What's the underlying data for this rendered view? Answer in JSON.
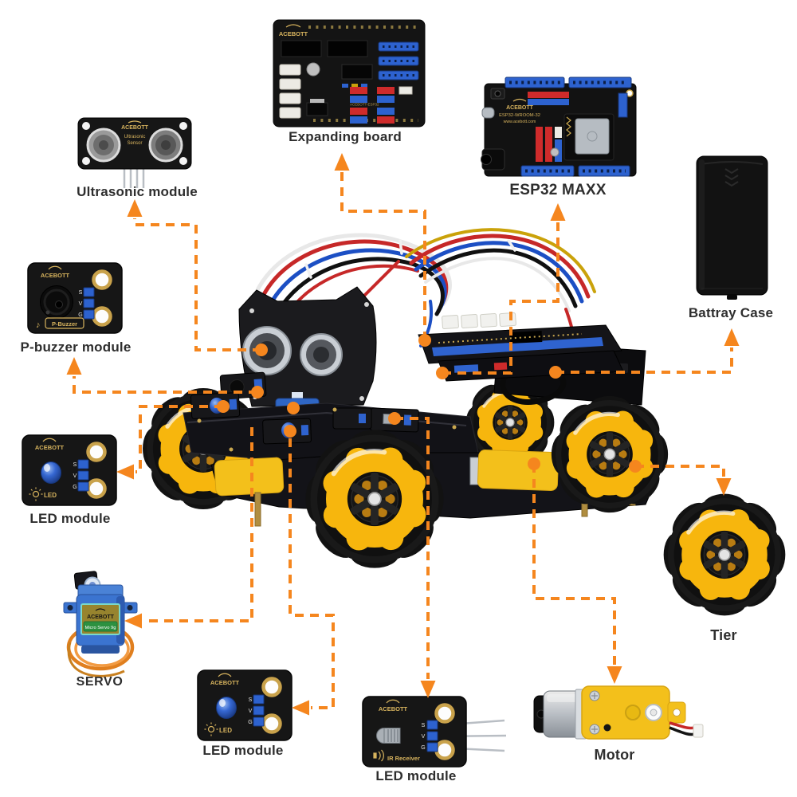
{
  "diagram": {
    "background": "#ffffff",
    "accent": "#f5861e",
    "label_color": "#2e2e2e"
  },
  "components": [
    {
      "id": "ultrasonic-module",
      "label": "Ultrasonic module",
      "board": {
        "brand": "ACEBOTT",
        "name_lines": [
          "Ultrasonic",
          "Sensor"
        ]
      }
    },
    {
      "id": "expanding-board",
      "label": "Expanding board",
      "board": {
        "brand": "ACEBOTT",
        "code": "ACEBOTT-ESP32"
      }
    },
    {
      "id": "esp32-maxx",
      "label": "ESP32 MAXX",
      "board": {
        "brand": "ACEBOTT",
        "chip": "ESP32-WROOM-32",
        "url": "www.acebott.com"
      }
    },
    {
      "id": "battery-case",
      "label": "Battray Case"
    },
    {
      "id": "p-buzzer-module",
      "label": "P-buzzer module",
      "board": {
        "brand": "ACEBOTT",
        "name": "P-Buzzer",
        "icon": "music-note-icon",
        "pins": [
          "S",
          "V",
          "G"
        ]
      }
    },
    {
      "id": "led-module-left",
      "label": "LED module",
      "board": {
        "brand": "ACEBOTT",
        "name": "LED",
        "icon": "lamp-icon",
        "pins": [
          "S",
          "V",
          "G"
        ]
      }
    },
    {
      "id": "servo",
      "label": "SERVO",
      "board": {
        "brand": "ACEBOTT",
        "name": "Micro Servo 9g"
      }
    },
    {
      "id": "led-module-bottom",
      "label": "LED module",
      "board": {
        "brand": "ACEBOTT",
        "name": "LED",
        "icon": "lamp-icon",
        "pins": [
          "S",
          "V",
          "G"
        ]
      }
    },
    {
      "id": "ir-receiver-module",
      "label": "LED module",
      "board": {
        "brand": "ACEBOTT",
        "name": "IR Receiver",
        "icon": "sound-wave-icon",
        "pins": [
          "S",
          "V",
          "G"
        ]
      }
    },
    {
      "id": "motor",
      "label": "Motor"
    },
    {
      "id": "tier-wheel",
      "label": "Tier"
    }
  ],
  "connections": [
    {
      "from": "robot-car",
      "to": "ultrasonic-module",
      "arrow": "up"
    },
    {
      "from": "robot-car",
      "to": "expanding-board",
      "arrow": "up"
    },
    {
      "from": "robot-car",
      "to": "esp32-maxx",
      "arrow": "up"
    },
    {
      "from": "robot-car",
      "to": "battery-case",
      "arrow": "up"
    },
    {
      "from": "robot-car",
      "to": "p-buzzer-module",
      "arrow": "up"
    },
    {
      "from": "robot-car",
      "to": "led-module-left",
      "arrow": "left"
    },
    {
      "from": "robot-car",
      "to": "servo",
      "arrow": "left"
    },
    {
      "from": "robot-car",
      "to": "led-module-bottom",
      "arrow": "left"
    },
    {
      "from": "robot-car",
      "to": "ir-receiver-module",
      "arrow": "down"
    },
    {
      "from": "robot-car",
      "to": "motor",
      "arrow": "down"
    },
    {
      "from": "robot-car",
      "to": "tier-wheel",
      "arrow": "down"
    }
  ]
}
